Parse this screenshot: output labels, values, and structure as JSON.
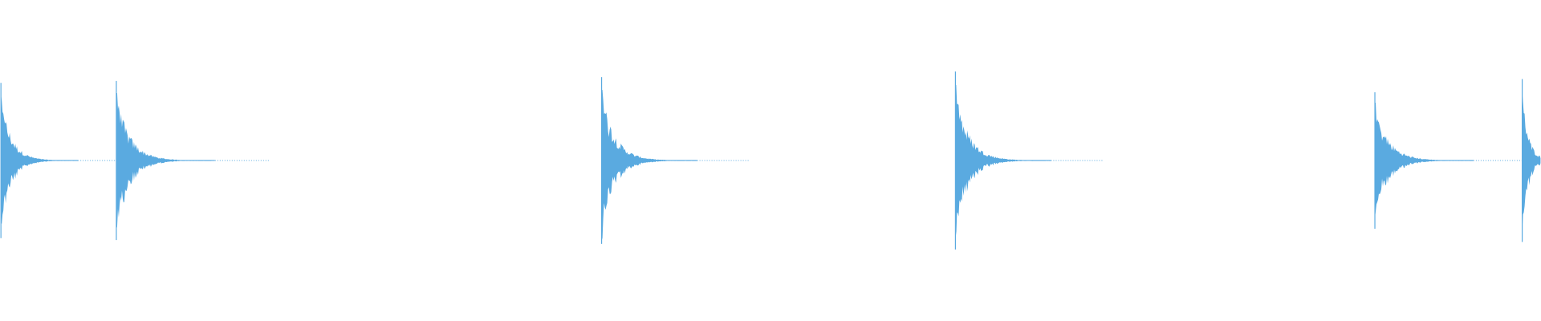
{
  "waveform": {
    "color": "#5aaae0",
    "background": "#ffffff",
    "duration": 1,
    "transients": [
      {
        "time": 0.0006,
        "peak": 0.82,
        "decay_length": 0.05
      },
      {
        "time": 0.0755,
        "peak": 0.84,
        "decay_length": 0.064
      },
      {
        "time": 0.3904,
        "peak": 0.88,
        "decay_length": 0.062
      },
      {
        "time": 0.62,
        "peak": 0.94,
        "decay_length": 0.062
      },
      {
        "time": 0.8922,
        "peak": 0.72,
        "decay_length": 0.064
      },
      {
        "time": 0.9878,
        "peak": 0.86,
        "decay_length": 0.03
      }
    ]
  }
}
